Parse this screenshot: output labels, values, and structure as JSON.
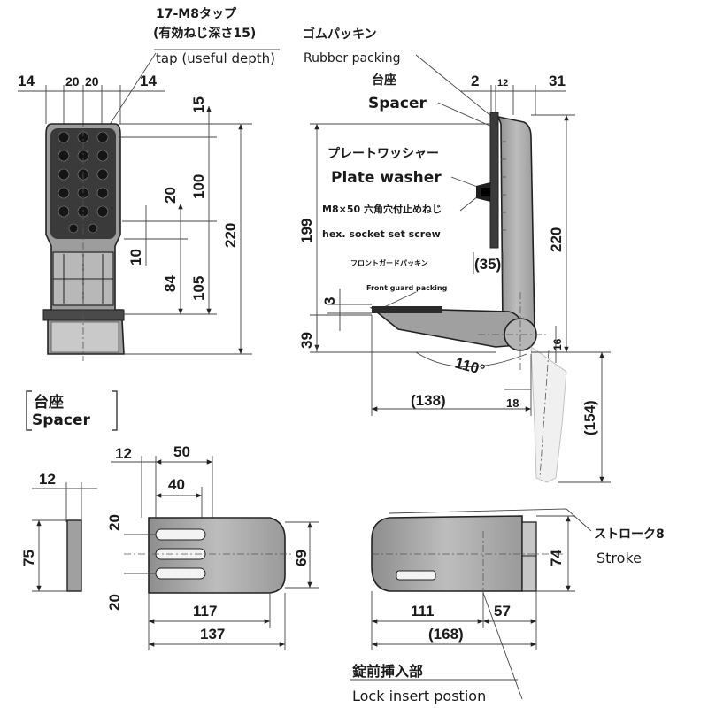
{
  "front_view": {
    "tap_label_ja": "17-M8タップ",
    "tap_depth_ja": "(有効ねじ深さ15)",
    "tap_label_en": "tap (useful depth)",
    "dims_top": [
      "14",
      "20",
      "20",
      "14"
    ],
    "dims_right": [
      "15",
      "100",
      "220",
      "20",
      "10",
      "84",
      "105"
    ]
  },
  "side_view": {
    "rubber_ja": "ゴムパッキン",
    "rubber_en": "Rubber packing",
    "spacer_ja": "台座",
    "spacer_en": "Spacer",
    "washer_ja": "プレートワッシャー",
    "washer_en": "Plate washer",
    "screw_ja": "M8×50 六角穴付止めねじ",
    "screw_en": "hex. socket set screw",
    "front_guard_ja": "フロントガードパッキン",
    "front_guard_en": "Front guard packing",
    "dims": [
      "2",
      "12",
      "31",
      "199",
      "220",
      "(35)",
      "3",
      "39",
      "16",
      "110°",
      "18",
      "(138)",
      "(154)"
    ]
  },
  "spacer_section": {
    "title_ja": "台座",
    "title_en": "Spacer",
    "dims": [
      "12",
      "75"
    ]
  },
  "bottom_left": {
    "dims": [
      "12",
      "50",
      "40",
      "20",
      "20",
      "69",
      "117",
      "137"
    ]
  },
  "bottom_right": {
    "stroke_ja": "ストローク8",
    "stroke_en": "Stroke",
    "lock_ja": "錠前挿入部",
    "lock_en": "Lock insert postion",
    "dims": [
      "74",
      "111",
      "57",
      "(168)"
    ]
  },
  "colors": {
    "body_fill": "#a8a8a8",
    "dark_fill": "#2e2e2e",
    "line": "#222222"
  }
}
